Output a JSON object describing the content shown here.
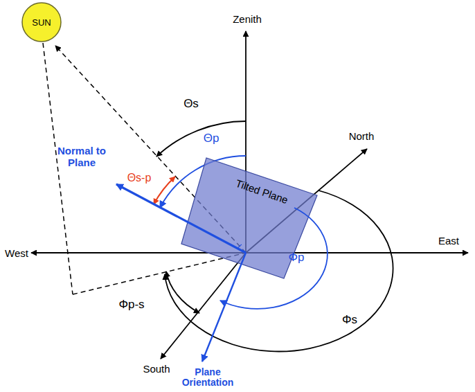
{
  "diagram": {
    "nodes": [
      {
        "text": [
          "SUN"
        ]
      },
      {
        "text": [
          "Tilted Plane"
        ]
      }
    ],
    "labels": [
      "Zenith",
      "North",
      "West",
      "East",
      "South",
      "Θs",
      "Θp",
      "Normal to Plane",
      "Θs-p",
      "Φp",
      "Φs",
      "Φp-s",
      "Plane Orientation"
    ]
  }
}
